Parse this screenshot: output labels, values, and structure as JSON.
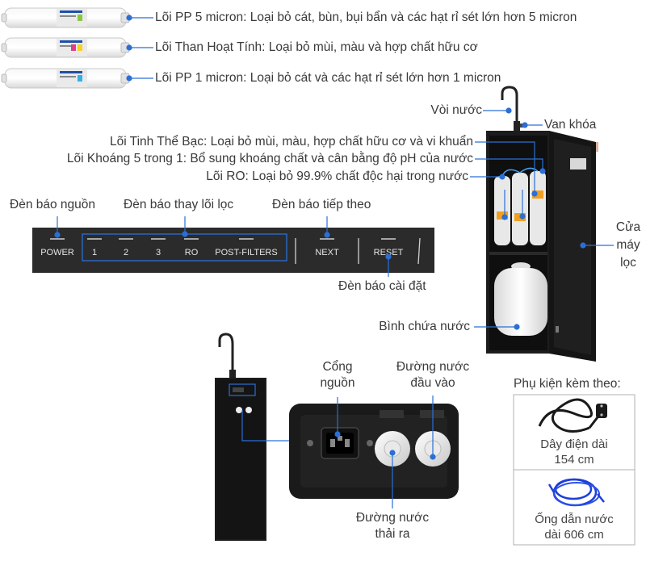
{
  "filters": [
    {
      "label": "Lõi PP 5 micron: Loại bỏ cát, bùn, bụi bẩn và các hạt rỉ sét lớn hơn 5 micron"
    },
    {
      "label": "Lõi Than Hoạt Tính: Loại bỏ mùi, màu và hợp chất hữu cơ"
    },
    {
      "label": "Lõi PP 1 micron: Loại bỏ cát và các hạt rỉ sét lớn hơn 1 micron"
    }
  ],
  "machine_labels": {
    "faucet": "Vòi nước",
    "valve": "Van khóa",
    "silver_core": "Lõi Tinh Thể Bạc: Loại bỏ mùi, màu, hợp chất hữu cơ và vi khuẩn",
    "mineral_core": "Lõi Khoáng 5 trong 1: Bổ sung khoáng chất và cân bằng độ pH của nước",
    "ro_core": "Lõi RO: Loại bỏ 99.9% chất độc hại trong nước",
    "door": "Cửa\nmáy\nlọc",
    "tank": "Bình chứa nước"
  },
  "panel_labels": {
    "power_light": "Đèn báo nguồn",
    "replace_light": "Đèn báo thay lõi lọc",
    "next_light": "Đèn báo tiếp theo",
    "reset_light": "Đèn báo cài đặt"
  },
  "panel_buttons": {
    "power": "POWER",
    "b1": "1",
    "b2": "2",
    "b3": "3",
    "ro": "RO",
    "post": "POST-FILTERS",
    "next": "NEXT",
    "reset": "RESET"
  },
  "rear_labels": {
    "power_port": "Cổng\nnguồn",
    "inlet": "Đường nước\nđầu vào",
    "outlet": "Đường nước\nthải ra"
  },
  "accessories": {
    "title": "Phụ kiện kèm theo:",
    "cable": "Dây điện dài\n154 cm",
    "hose": "Ống dẫn nước\ndài 606 cm"
  },
  "colors": {
    "accent": "#2a6fd6",
    "panel": "#2b2b2b",
    "machine": "#1c1c1c"
  }
}
